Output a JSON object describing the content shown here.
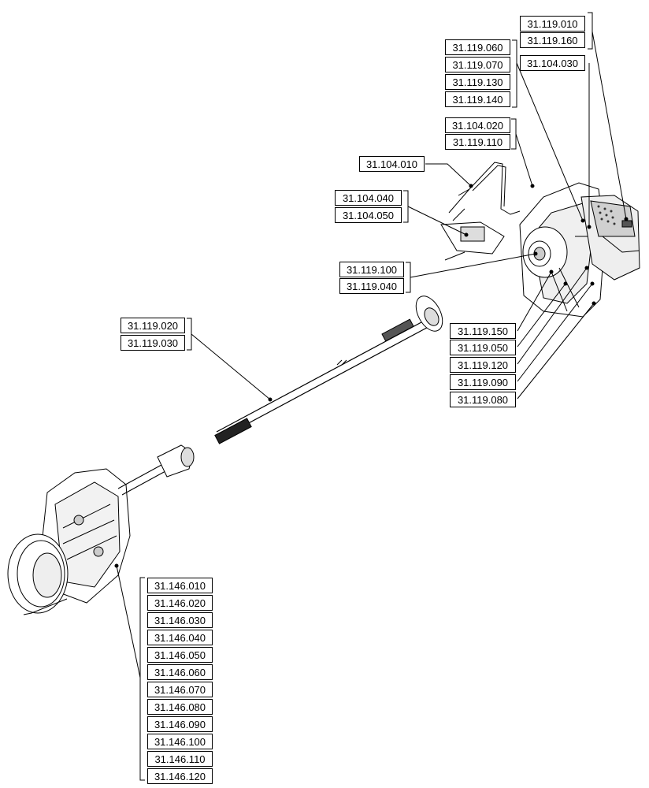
{
  "callouts": {
    "c_119_010": "31.119.010",
    "c_119_160": "31.119.160",
    "c_104_030": "31.104.030",
    "c_119_060": "31.119.060",
    "c_119_070": "31.119.070",
    "c_119_130": "31.119.130",
    "c_119_140": "31.119.140",
    "c_104_020": "31.104.020",
    "c_119_110": "31.119.110",
    "c_104_010": "31.104.010",
    "c_104_040": "31.104.040",
    "c_104_050": "31.104.050",
    "c_119_100": "31.119.100",
    "c_119_040": "31.119.040",
    "c_119_020": "31.119.020",
    "c_119_030": "31.119.030",
    "c_119_150": "31.119.150",
    "c_119_050": "31.119.050",
    "c_119_120": "31.119.120",
    "c_119_090": "31.119.090",
    "c_119_080": "31.119.080",
    "c_146_list": [
      "31.146.010",
      "31.146.020",
      "31.146.030",
      "31.146.040",
      "31.146.050",
      "31.146.060",
      "31.146.070",
      "31.146.080",
      "31.146.090",
      "31.146.100",
      "31.146.110",
      "31.146.120"
    ]
  },
  "colors": {
    "line": "#000000",
    "part_fill": "#ffffff",
    "part_shade": "#d9d9d9"
  }
}
